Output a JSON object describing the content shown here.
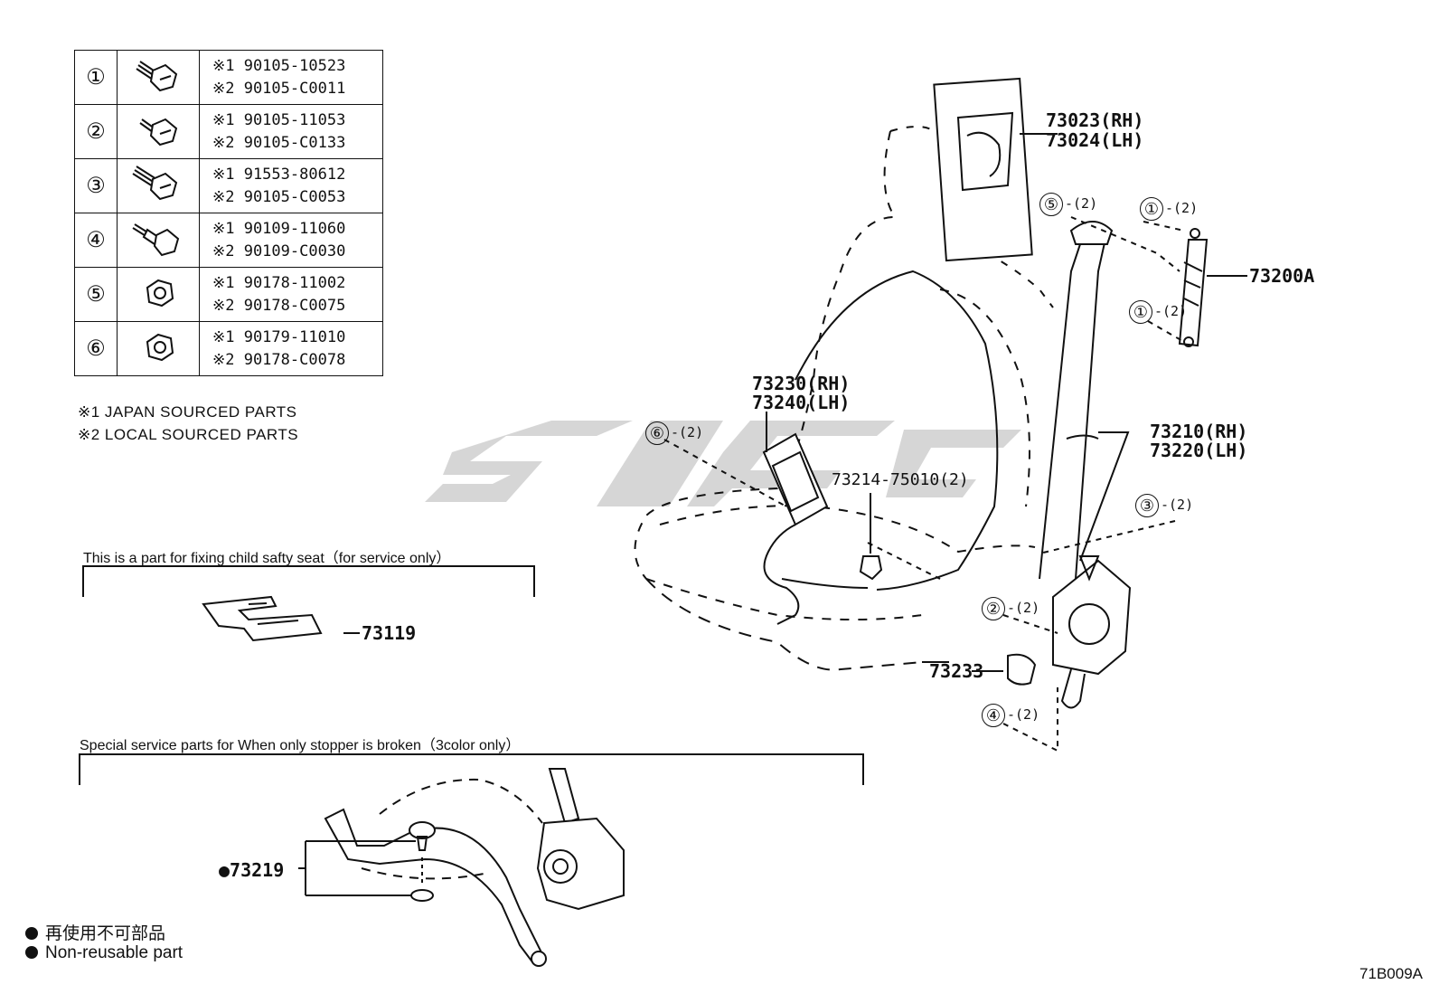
{
  "fastener_table": [
    {
      "num": "①",
      "icon": "bolt-icon",
      "lines": [
        "※1  90105-10523",
        "※2  90105-C0011"
      ]
    },
    {
      "num": "②",
      "icon": "bolt-icon",
      "lines": [
        "※1  90105-11053",
        "※2  90105-C0133"
      ]
    },
    {
      "num": "③",
      "icon": "bolt-icon",
      "lines": [
        "※1  91553-80612",
        "※2  90105-C0053"
      ]
    },
    {
      "num": "④",
      "icon": "bolt-icon",
      "lines": [
        "※1  90109-11060",
        "※2  90109-C0030"
      ]
    },
    {
      "num": "⑤",
      "icon": "nut-icon",
      "lines": [
        "※1  90178-11002",
        "※2  90178-C0075"
      ]
    },
    {
      "num": "⑥",
      "icon": "nut-icon",
      "lines": [
        "※1  90179-11010",
        "※2  90178-C0078"
      ]
    }
  ],
  "notes": {
    "japan": "※1  JAPAN SOURCED PARTS",
    "local": "※2  LOCAL SOURCED PARTS"
  },
  "child_seat_box": {
    "label": "This is a part for fixing child safty seat（for service only）",
    "part": "73119"
  },
  "stopper_box": {
    "label": "Special service parts for When only stopper is broken（3color only）",
    "part": "●73219"
  },
  "callouts": {
    "guide_rh": "73023(RH)",
    "guide_lh": "73024(LH)",
    "anchor": "73200A",
    "buckle_rh": "73230(RH)",
    "buckle_lh": "73240(LH)",
    "clip": "73214-75010(2)",
    "belt_rh": "73210(RH)",
    "belt_lh": "73220(LH)",
    "cover": "73233"
  },
  "markers": [
    {
      "num": "⑤",
      "qty": "-(2)"
    },
    {
      "num": "①",
      "qty": "-(2)"
    },
    {
      "num": "①",
      "qty": "-(2)"
    },
    {
      "num": "⑥",
      "qty": "-(2)"
    },
    {
      "num": "③",
      "qty": "-(2)"
    },
    {
      "num": "②",
      "qty": "-(2)"
    },
    {
      "num": "④",
      "qty": "-(2)"
    }
  ],
  "legend": {
    "jp": "再使用不可部品",
    "en": "Non-reusable part"
  },
  "diagram_code": "71B009A"
}
